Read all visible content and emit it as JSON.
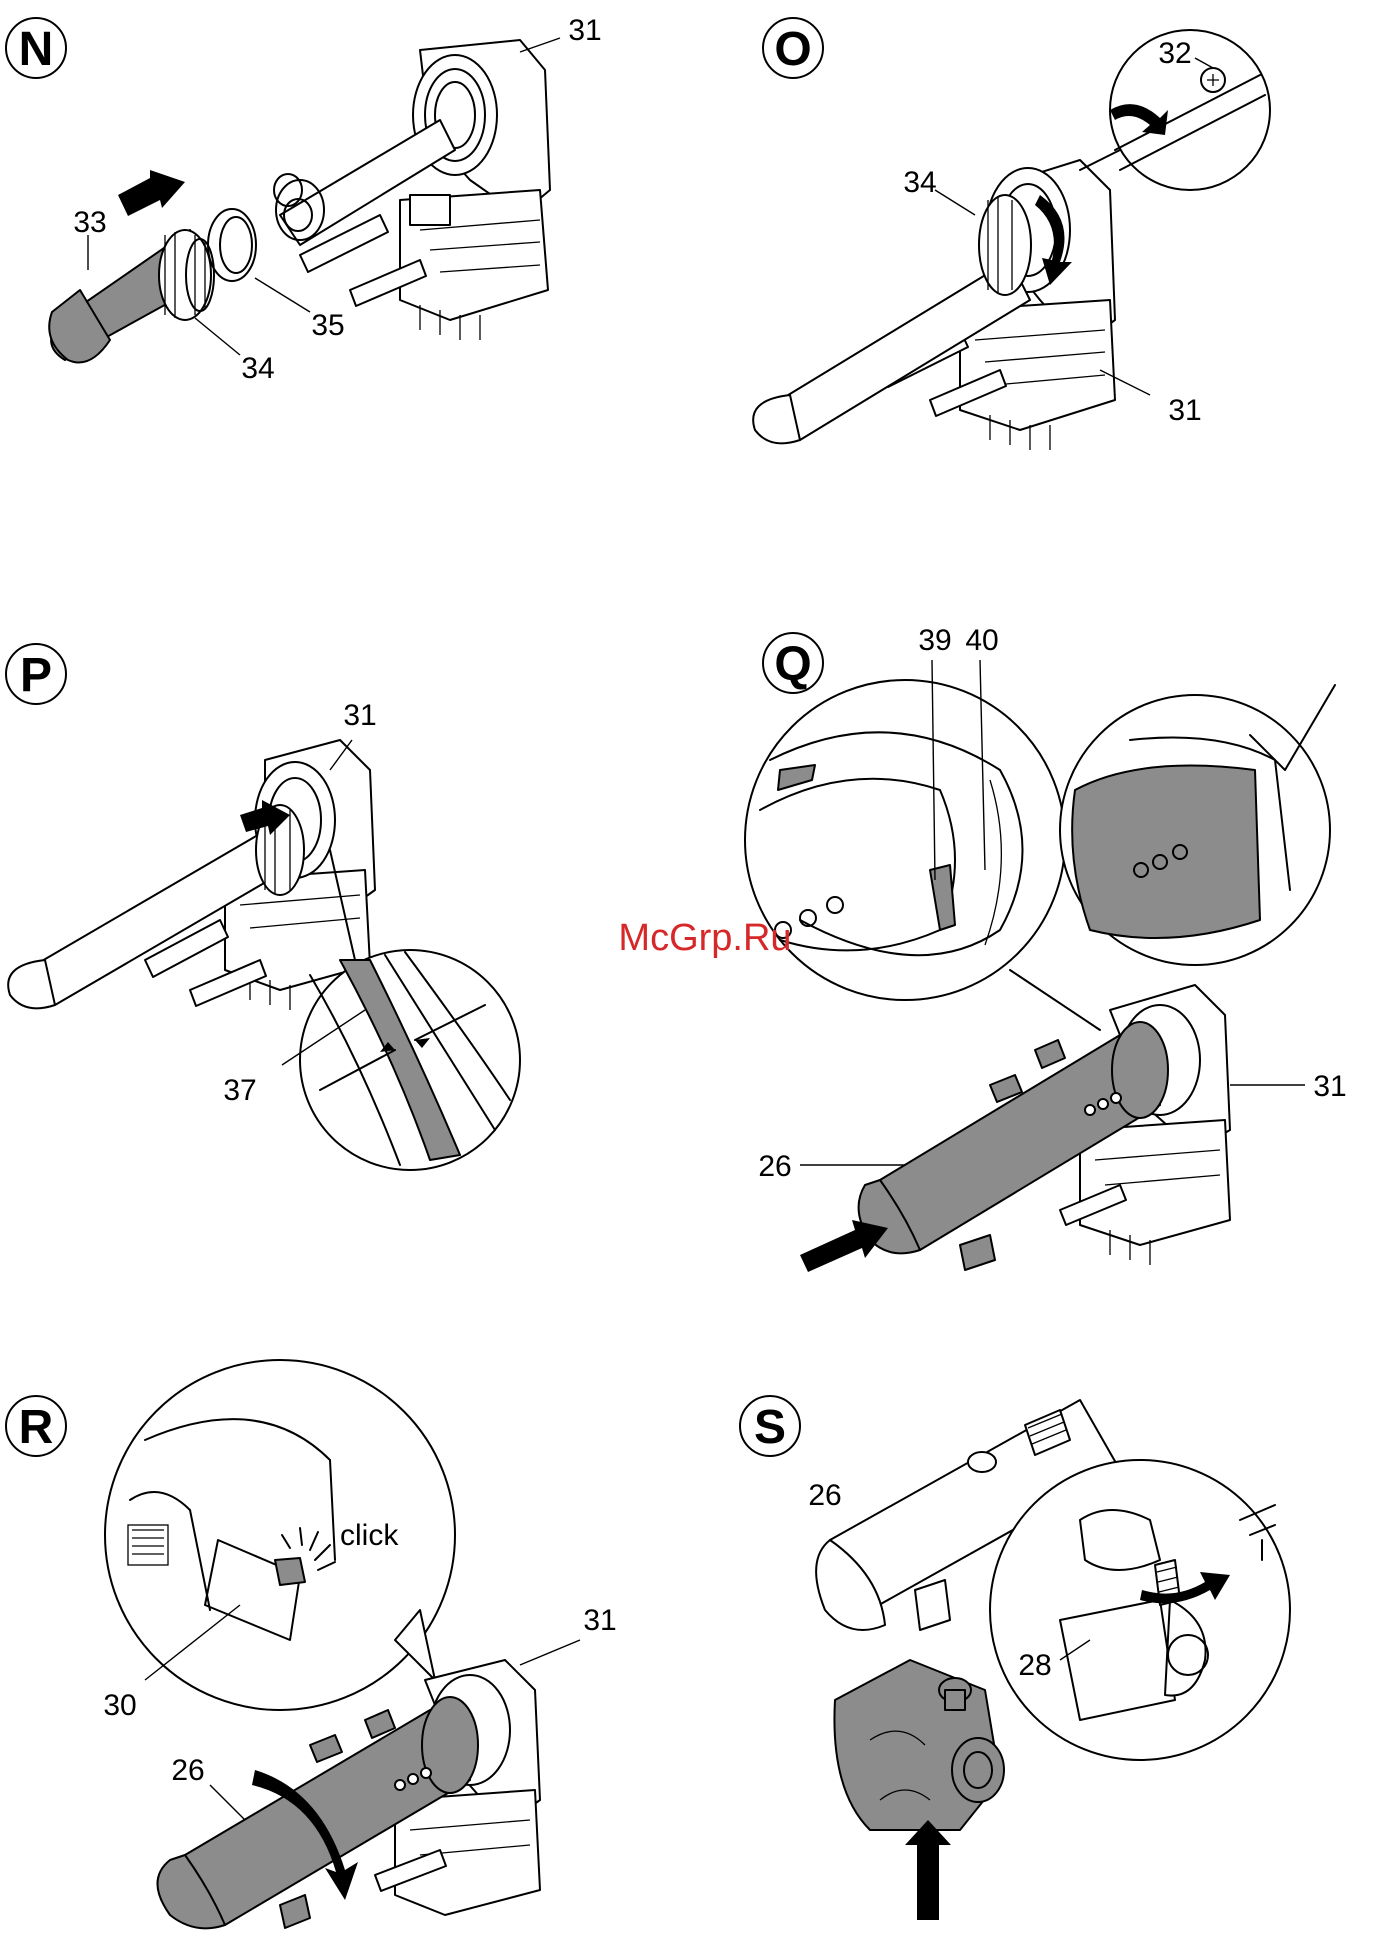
{
  "panels": [
    {
      "id": "N",
      "label": "N",
      "parts": [
        "31",
        "33",
        "35",
        "34"
      ]
    },
    {
      "id": "O",
      "label": "O",
      "parts": [
        "32",
        "34",
        "31"
      ]
    },
    {
      "id": "P",
      "label": "P",
      "parts": [
        "31",
        "37"
      ]
    },
    {
      "id": "Q",
      "label": "Q",
      "parts": [
        "39",
        "40",
        "31",
        "26"
      ]
    },
    {
      "id": "R",
      "label": "R",
      "parts": [
        "31",
        "30",
        "26"
      ],
      "click_text": "click"
    },
    {
      "id": "S",
      "label": "S",
      "parts": [
        "26",
        "28"
      ]
    }
  ],
  "watermark": "McGrp.Ru",
  "colors": {
    "tube_grey": "#8c8c8c",
    "outline": "#000000",
    "watermark": "#d62828"
  }
}
